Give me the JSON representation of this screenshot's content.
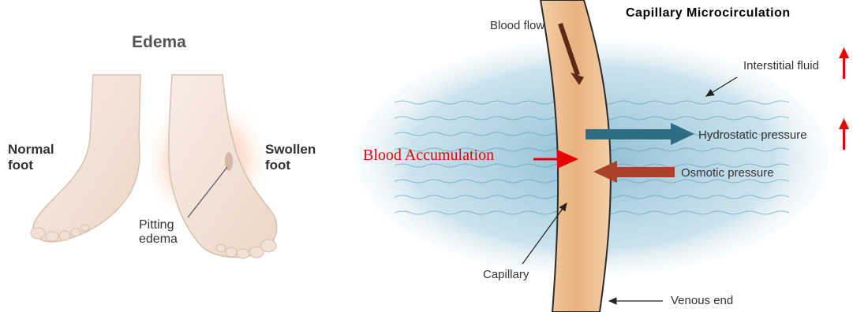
{
  "edema": {
    "title": "Edema",
    "normal_foot": [
      "Normal",
      "foot"
    ],
    "swollen_foot": [
      "Swollen",
      "foot"
    ],
    "pitting_edema": [
      "Pitting",
      "edema"
    ]
  },
  "capillary": {
    "title": "Capillary Microcirculation",
    "blood_flow": "Blood flow",
    "interstitial_fluid": "Interstitial fluid",
    "hydrostatic_pressure": "Hydrostatic pressure",
    "osmotic_pressure": "Osmotic pressure",
    "capillary": "Capillary",
    "venous_end": "Venous end",
    "blood_accumulation": "Blood Accumulation"
  },
  "colors": {
    "accent_red": "#e60000",
    "fluid_blue": "#8fc0d6",
    "capillary_tan": "#e8b98a",
    "hydrostatic_arrow": "#2f6d84",
    "osmotic_arrow": "#a8432a",
    "swelling_glow": "#f6a47e",
    "skin": "#f4e6dc"
  }
}
